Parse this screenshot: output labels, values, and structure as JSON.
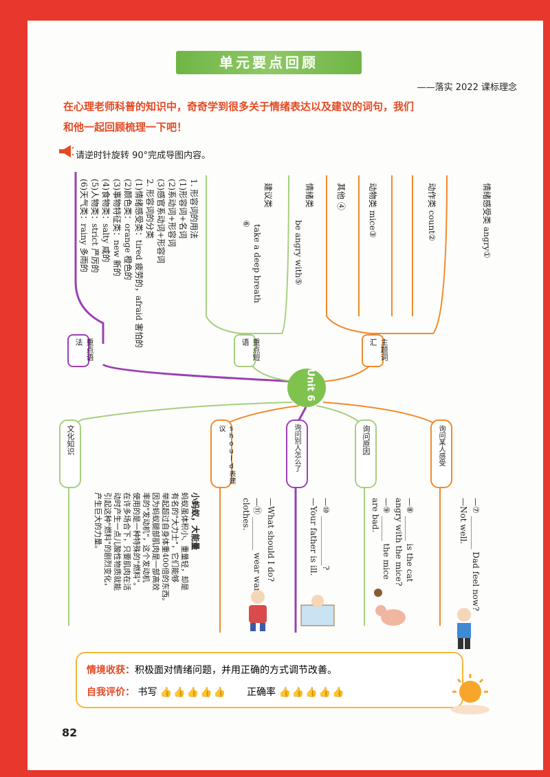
{
  "header": {
    "banner": "单元要点回顾",
    "subtitle": "——落实 2022 课标理念",
    "intro_line1": "在心理老师科普的知识中，奇奇学到很多关于情绪表达以及建议的词句，我们",
    "intro_line2": "和他一起回顾梳理一下吧！",
    "hint": "请逆时针旋转 90°完成导图内容。"
  },
  "center": {
    "label": "Unit 6"
  },
  "top_branches": {
    "b1": {
      "label": "重点语法",
      "items": [
        "1. 形容词的用法",
        "(1)形容词+名词",
        "(2)系动词+形容词",
        "(3)感官系动词+形容词",
        "2. 形容词的分类",
        "(1)情绪感受类：tired 疲劳的，afraid 害怕的",
        "(2)颜色类：orange 橙色的",
        "(3)事物特征类：new 新的",
        "(4)食物类：salty 咸的",
        "(5)人物类：strict 严厉的",
        "(6)天气类：rainy 多雨的"
      ]
    },
    "b2": {
      "label": "重点短语",
      "items": [
        "建议类",
        "take a deep breath",
        "⑥"
      ]
    },
    "b3": {
      "label": "主题词汇",
      "items": [
        "情绪类",
        "be angry with⑤",
        "其他 ④",
        "动物类 mice③",
        "动作类 count②",
        "情绪感受类 angry①"
      ]
    }
  },
  "bottom_branches": {
    "b1": {
      "label": "文化知识",
      "text": [
        "小蚂蚁，大能量",
        "蚂蚁虽体积小、重量轻，却是",
        "有名的\"大力士\"，它们能够",
        "举起超过自身体重400倍的东西。",
        "因为蚂蚁腿部肌肉是一部高效",
        "率的\"发动机\"，这个发动机",
        "使用的是一种特殊的\"燃料\"。",
        "在许多场合下，只要肌肉在活",
        "动时产生一点儿酸性物质就能",
        "引起这种\"燃料\"的剧烈变化，",
        "产生巨大的力量。"
      ]
    },
    "b2": {
      "label": "should表建议",
      "items": [
        "—What should I do?",
        "—⑪ ________ wear warm",
        "clothes."
      ]
    },
    "b3": {
      "label": "询问别人怎么了",
      "items": [
        "—⑩ ____________?",
        "—Your father is ill."
      ]
    },
    "b4": {
      "label": "询问原因",
      "items": [
        "—⑧ ______ is the cat",
        "angry with the mice?",
        "—⑨ ______ the mice",
        "are bad."
      ]
    },
    "b5": {
      "label": "询问某人感受",
      "items": [
        "—⑦ ________ Dad feel now?",
        "—Not well."
      ]
    }
  },
  "footer": {
    "gain_label": "情境收获：",
    "gain_text": "积极面对情绪问题，并用正确的方式调节改善。",
    "eval_label": "自我评价：",
    "eval_write": "书写",
    "eval_correct": "正确率",
    "page_number": "82"
  },
  "colors": {
    "border": "#e8372c",
    "banner": "#6fb545",
    "accent": "#e34a24",
    "purple": "#9b3fb5",
    "green": "#a6cf7e",
    "orange": "#f08a2c"
  }
}
